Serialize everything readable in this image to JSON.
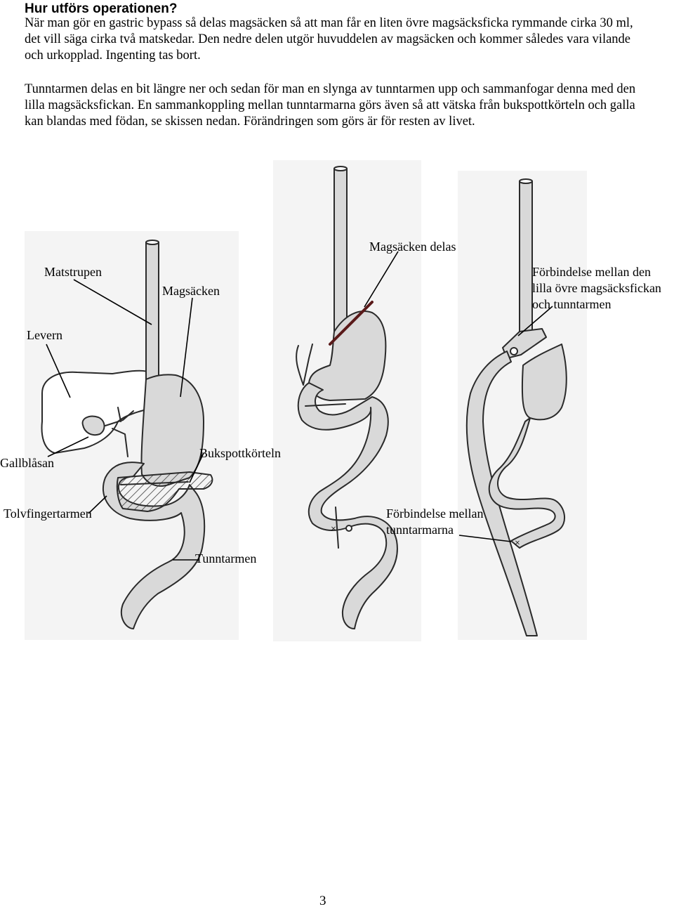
{
  "heading": "Hur utförs operationen?",
  "paragraphs": [
    "När man gör en gastric bypass så delas magsäcken så att man får en liten övre magsäcksficka rymmande cirka 30 ml, det vill säga cirka två matskedar. Den nedre delen utgör huvuddelen av magsäcken och kommer således vara vilande och urkopplad. Ingenting tas bort.",
    "Tunntarmen delas en bit längre ner och sedan för man en slynga av tunntarmen upp och sammanfogar denna med den lilla magsäcksfickan. En sammankoppling mellan tunntarmarna görs även så att vätska från bukspottkörteln och galla kan blandas med födan, se skissen nedan. Förändringen som görs är för resten av livet."
  ],
  "labels": {
    "matstrupen": "Matstrupen",
    "magsacken": "Magsäcken",
    "levern": "Levern",
    "gallblasan": "Gallblåsan",
    "bukspottkorteln": "Bukspottkörteln",
    "tolvfingertarmen": "Tolvfingertarmen",
    "tunntarmen": "Tunntarmen",
    "magsacken_delas": "Magsäcken delas",
    "forbindelse_pouch_1": "Förbindelse mellan den",
    "forbindelse_pouch_2": "lilla övre magsäcksfickan",
    "forbindelse_pouch_3": "och tunntarmen",
    "forbindelse_tarm_1": "Förbindelse mellan",
    "forbindelse_tarm_2": "tunntarmarna"
  },
  "page_number": "3",
  "colors": {
    "organ_fill": "#d9d9d9",
    "organ_stroke": "#2a2a2a",
    "panel_bg": "#f4f4f4",
    "cut_line": "#5a1a1a"
  }
}
